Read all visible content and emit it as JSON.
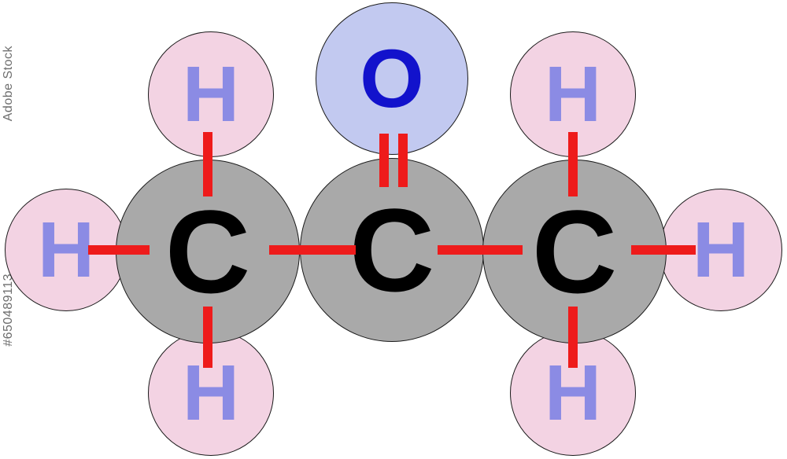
{
  "watermark": {
    "brand": "Adobe Stock",
    "image_id": "#650489113"
  },
  "molecule": {
    "atoms": {
      "c1": "C",
      "c2": "C",
      "c3": "C",
      "o": "O",
      "h_top_left": "H",
      "h_left": "H",
      "h_bottom_left": "H",
      "h_top_right": "H",
      "h_right": "H",
      "h_bottom_right": "H"
    },
    "bonds": {
      "h_left_c1": "single",
      "c1_c2": "single",
      "c2_c3": "single",
      "c3_h_right": "single",
      "h_top_left_c1": "single",
      "c1_h_bottom_left": "single",
      "h_top_right_c3": "single",
      "c3_h_bottom_right": "single",
      "c2_o": "double"
    },
    "colors": {
      "carbon_fill": "#a9a9a9",
      "hydrogen_fill": "#f3d3e3",
      "oxygen_fill": "#c2c9f0",
      "bond": "#ee1b1b",
      "carbon_text": "#000000",
      "hydrogen_text": "#8b8be4",
      "oxygen_text": "#1212cc"
    }
  }
}
